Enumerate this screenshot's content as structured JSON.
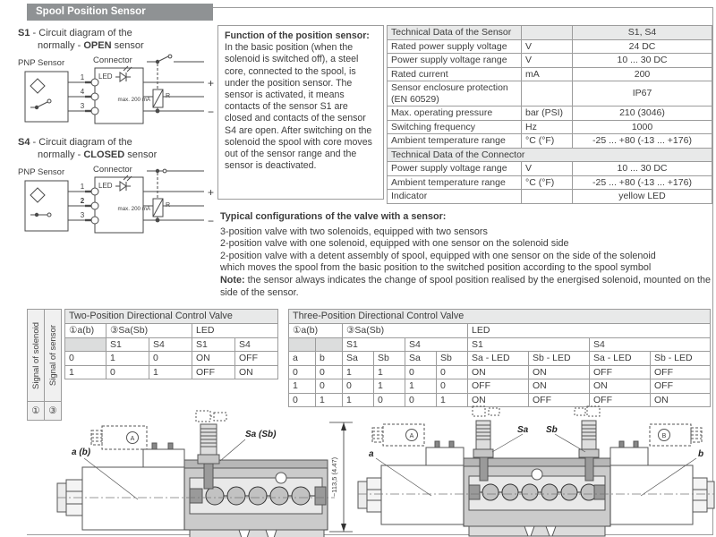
{
  "title": "Spool Position Sensor",
  "s1_caption": {
    "code": "S1",
    "line1": "- Circuit diagram of the",
    "line2_pre": "normally -",
    "line2_bold": "OPEN",
    "line2_post": "sensor"
  },
  "s4_caption": {
    "code": "S4",
    "line1": "- Circuit diagram of the",
    "line2_pre": "normally -",
    "line2_bold": "CLOSED",
    "line2_post": "sensor"
  },
  "circuit_s1": {
    "sensor_label": "PNP Sensor",
    "connector_label": "Connector",
    "led_label": "LED",
    "pins": [
      "1",
      "4",
      "3"
    ],
    "current_label": "max. 200 mA",
    "resistor_label": "R",
    "plus": "+",
    "minus": "−"
  },
  "circuit_s4": {
    "sensor_label": "PNP Sensor",
    "connector_label": "Connector",
    "led_label": "LED",
    "pins": [
      "1",
      "2",
      "3"
    ],
    "current_label": "max. 200 mA",
    "resistor_label": "R",
    "plus": "+",
    "minus": "−"
  },
  "function_box": {
    "title": "Function of the position sensor:",
    "body": "In the basic position (when the solenoid is switched off), a steel core, connected to the spool, is under the position sensor. The sensor is activated, it means contacts of the sensor S1 are closed and contacts of the sensor S4 are open. After switching on the solenoid the spool with core moves out of the sensor range and the sensor is deactivated."
  },
  "tech_table": {
    "sensor_header": {
      "label": "Technical Data of the Sensor",
      "unit": "",
      "value": "S1, S4"
    },
    "rows_sensor": [
      {
        "label": "Rated power supply voltage",
        "unit": "V",
        "value": "24 DC"
      },
      {
        "label": "Power supply voltage range",
        "unit": "V",
        "value": "10 ... 30 DC"
      },
      {
        "label": "Rated current",
        "unit": "mA",
        "value": "200"
      },
      {
        "label": "Sensor enclosure protection (EN 60529)",
        "unit": "",
        "value": "IP67"
      },
      {
        "label": "Max. operating pressure",
        "unit": "bar (PSI)",
        "value": "210 (3046)"
      },
      {
        "label": "Switching frequency",
        "unit": "Hz",
        "value": "1000"
      },
      {
        "label": "Ambient temperature range",
        "unit": "°C (°F)",
        "value": "-25 ... +80 (-13 ... +176)"
      }
    ],
    "connector_header": "Technical Data of the Connector",
    "rows_connector": [
      {
        "label": "Power supply voltage range",
        "unit": "V",
        "value": "10 ... 30 DC"
      },
      {
        "label": "Ambient temperature range",
        "unit": "°C (°F)",
        "value": "-25 ... +80 (-13 ... +176)"
      },
      {
        "label": "Indicator",
        "unit": "",
        "value": "yellow LED"
      }
    ]
  },
  "typical": {
    "title": "Typical configurations of the valve with a sensor:",
    "lines": [
      "3-position valve with two solenoids, equipped with two sensors",
      "2-position valve with one solenoid, equipped with one sensor on the solenoid side",
      "2-position valve with a detent assembly of spool, equipped with one sensor on the side of the solenoid",
      "which  moves the spool from the basic position to the switched position according to the spool symbol"
    ],
    "note_label": "Note:",
    "note_text": "the sensor always indicates the change of spool position realised by the energised solenoid, mounted on the side of the sensor."
  },
  "side_labels": {
    "solenoid": "Signal of solenoid",
    "sensor": "Signal of sensor",
    "num1": "①",
    "num3": "③"
  },
  "two_pos_table": {
    "title": "Two-Position Directional Control Valve",
    "col_a": "①a(b)",
    "col_sa": "③Sa(Sb)",
    "col_led": "LED",
    "sub": [
      "S1",
      "S4",
      "S1",
      "S4"
    ],
    "rows": [
      [
        "0",
        "1",
        "0",
        "ON",
        "OFF"
      ],
      [
        "1",
        "0",
        "1",
        "OFF",
        "ON"
      ]
    ]
  },
  "three_pos_table": {
    "title": "Three-Position Directional Control Valve",
    "col_a": "①a(b)",
    "col_sa": "③Sa(Sb)",
    "col_led": "LED",
    "sub1": [
      "S1",
      "S4",
      "S1",
      "S4"
    ],
    "sub2": [
      "a",
      "b",
      "Sa",
      "Sb",
      "Sa",
      "Sb",
      "Sa - LED",
      "Sb - LED",
      "Sa - LED",
      "Sb - LED"
    ],
    "rows": [
      [
        "0",
        "0",
        "1",
        "1",
        "0",
        "0",
        "ON",
        "ON",
        "OFF",
        "OFF"
      ],
      [
        "1",
        "0",
        "0",
        "1",
        "1",
        "0",
        "OFF",
        "ON",
        "ON",
        "OFF"
      ],
      [
        "0",
        "1",
        "1",
        "0",
        "0",
        "1",
        "ON",
        "OFF",
        "OFF",
        "ON"
      ]
    ]
  },
  "drawing_left": {
    "label_a": "a (b)",
    "label_sa": "Sa (Sb)",
    "conn_letter": "A",
    "dim": "~113,5 (4.47)"
  },
  "drawing_right": {
    "label_a": "a",
    "label_b": "b",
    "label_sa": "Sa",
    "label_sb": "Sb",
    "conn_a": "A",
    "conn_b": "B"
  },
  "colors": {
    "titlebar": "#8f9294",
    "table_border": "#9c9c9c",
    "header_bg": "#e8e9e9"
  }
}
